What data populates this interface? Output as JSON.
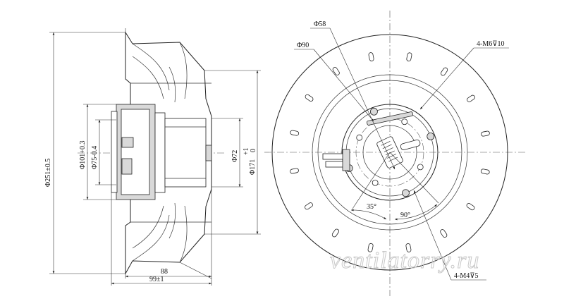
{
  "side_view": {
    "dim_overall_diameter": "Φ251±0.5",
    "dim_flange_diameter": "Φ101+0.3",
    "dim_spigot_diameter": "Φ75-0.4",
    "dim_hub_diameter": "Φ72",
    "dim_inlet_diameter": "Φ171",
    "dim_inlet_tol_upper": "+1",
    "dim_inlet_tol_lower": "0",
    "dim_depth_88": "88",
    "dim_depth_99": "99±1"
  },
  "front_view": {
    "dim_phi58": "Φ58",
    "dim_phi90": "Φ90",
    "dim_4m6": "4-M6⊽10",
    "dim_4m4": "4-M4⊽5",
    "angle_35": "35°",
    "angle_90": "90°"
  },
  "watermark": "ventilatorry.ru"
}
